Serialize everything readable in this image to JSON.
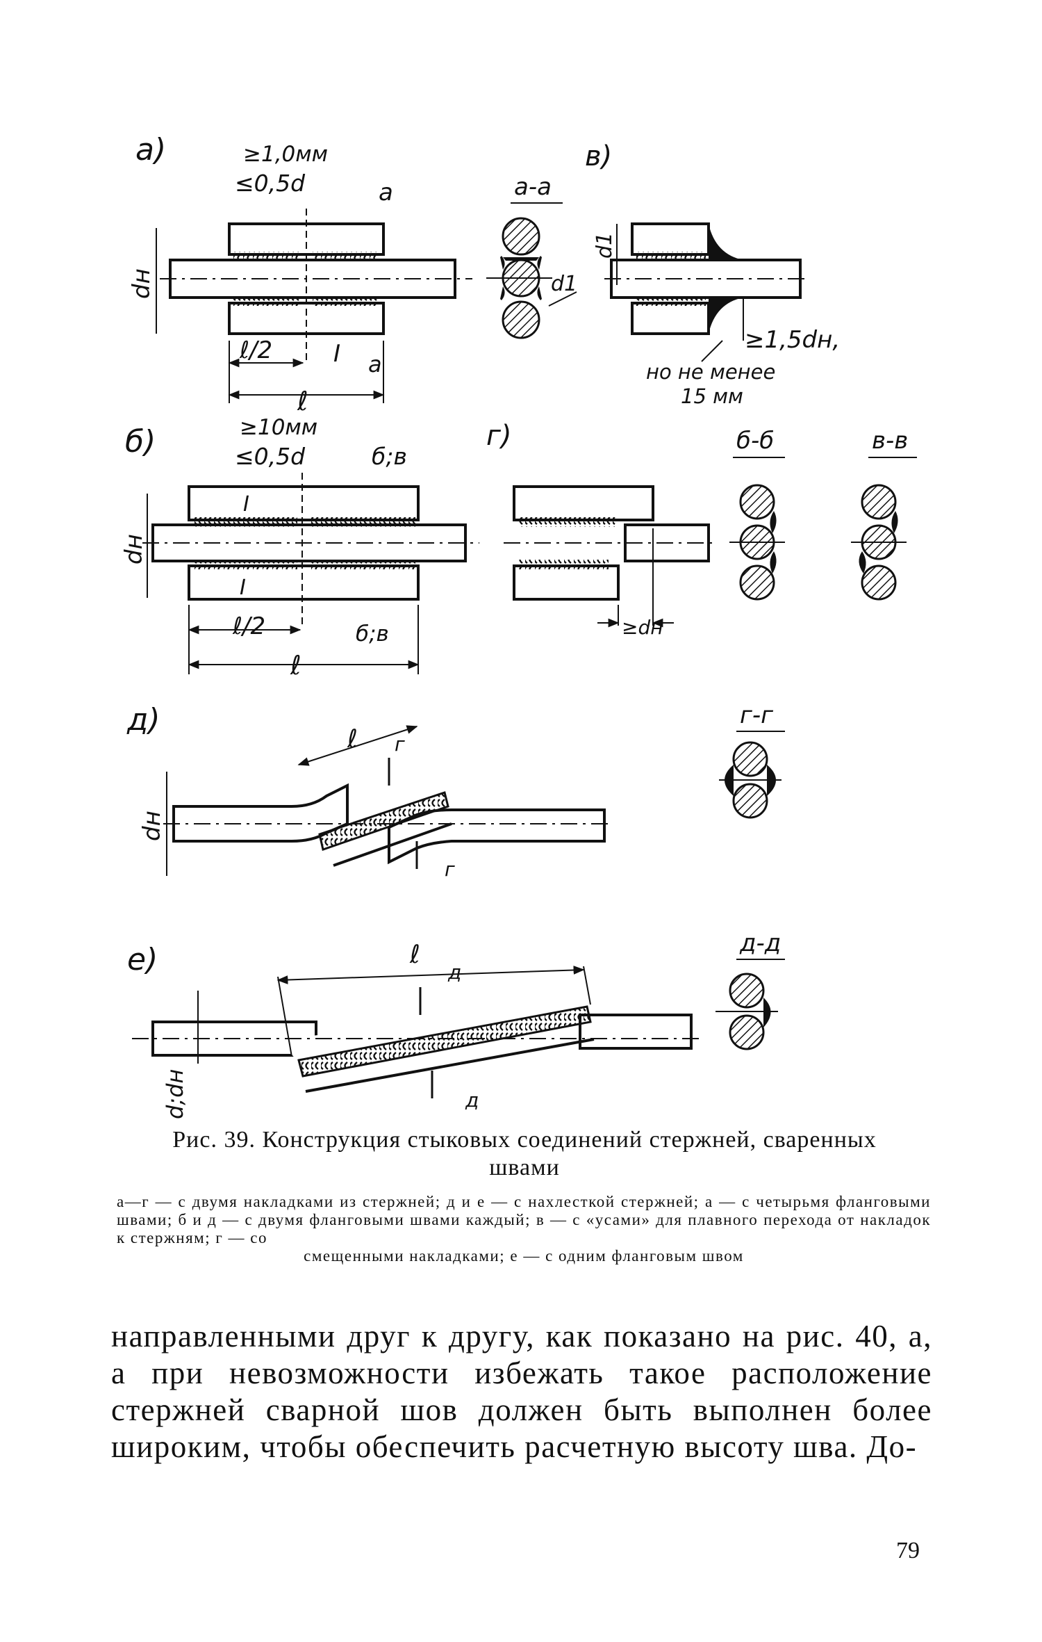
{
  "figure": {
    "panels": {
      "a": {
        "label": "а)",
        "dim_top1": "≥1,0мм",
        "dim_top2": "≤0,5d",
        "section_mark": "а",
        "dim_dn": "dн",
        "half_len": "ℓ/2",
        "seam_mark": "I",
        "section_mark_bottom": "а",
        "length": "ℓ"
      },
      "b": {
        "label": "б)",
        "dim_top1": "≥10мм",
        "dim_top2": "≤0,5d",
        "section_mark": "б;в",
        "dim_dn": "dн",
        "seam_mark": "I",
        "half_len": "ℓ/2",
        "section_mark_bottom": "б;в",
        "length": "ℓ"
      },
      "v": {
        "label": "в)",
        "dim_d1": "d1",
        "dim_min": "≥1,5dн,",
        "note1": "но не менее",
        "note2": "15 мм"
      },
      "g": {
        "label": "г)",
        "dim_shift": "≥dн"
      },
      "d": {
        "label": "д)",
        "length": "ℓ",
        "section_mark": "г",
        "dim_dn": "dн"
      },
      "e": {
        "label": "е)",
        "length": "ℓ",
        "section_mark": "д",
        "dim_dn": "d;dн"
      }
    },
    "sections": {
      "aa": "а-а",
      "d1": "d1",
      "bb": "б-б",
      "vv": "в-в",
      "gg": "г-г",
      "dd": "д-д"
    }
  },
  "caption": {
    "title_line1": "Рис. 39. Конструкция стыковых соединений стержней, сваренных",
    "title_line2": "швами",
    "sub_main": "а—г — с двумя накладками из стержней; д и е — с нахлесткой стержней; а — с четырьмя фланговыми швами; б и д — с двумя фланговыми швами каждый; в — с «усами» для плавного перехода от накладок к стержням; г — со",
    "sub_last": "смещенными накладками; е — с одним фланговым швом"
  },
  "body_text": "направленными друг к другу, как показано на рис. 40, а, а при невозможности избежать такое расположение стержней сварной шов должен быть выполнен более широким, чтобы обеспечить расчетную высоту шва. До-",
  "page_number": "79"
}
